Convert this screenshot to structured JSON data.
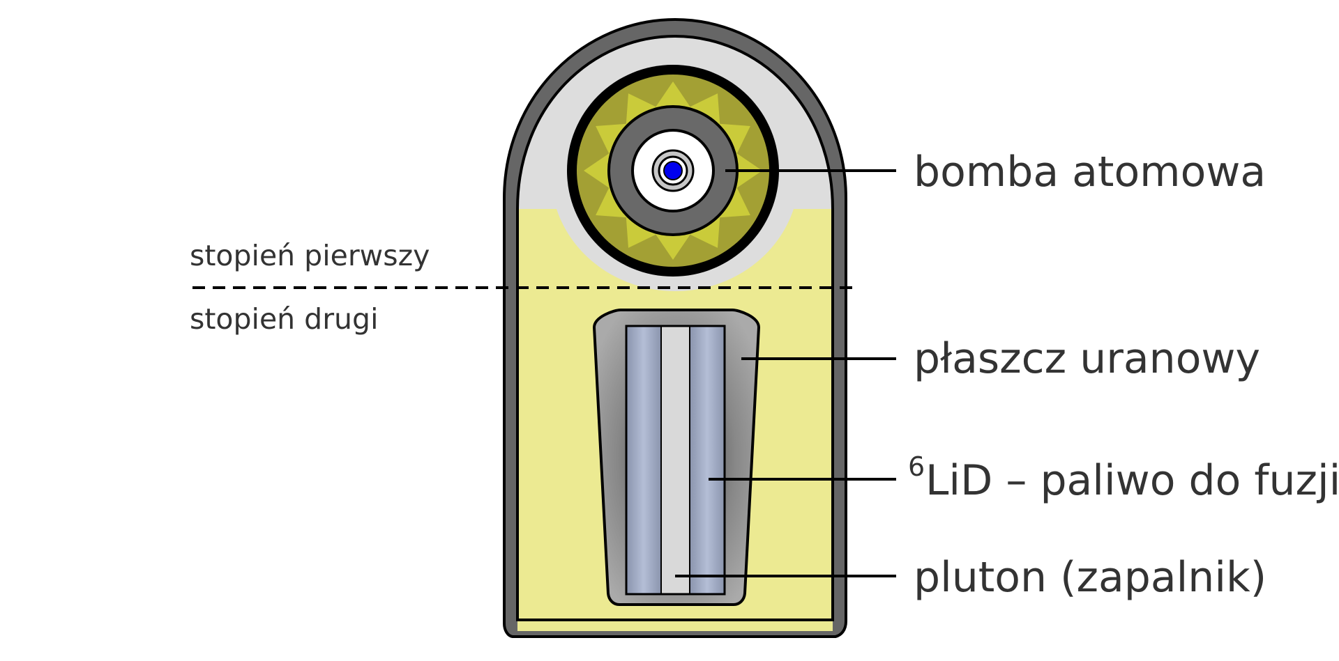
{
  "labels": {
    "bomb": "bomba atomowa",
    "tamper": "płaszcz uranowy",
    "fuel_isotope": "6",
    "fuel": "LiD – paliwo do fuzji",
    "sparkplug": "pluton (zapalnik)",
    "stage1": "stopień pierwszy",
    "stage2": "stopień drugi"
  },
  "colors": {
    "casing": "#666666",
    "outline": "#000000",
    "filler": "#ECEA92",
    "primary_cavity": "#DDDDDD",
    "explosive_dark": "#A3A034",
    "explosive_star": "#CACB3A",
    "pit": "#696969",
    "core": "#0000EE",
    "fuel": "#A9B3CC",
    "plutonium_rod": "#D9D9D9",
    "tamper": "#AAAAAA"
  }
}
